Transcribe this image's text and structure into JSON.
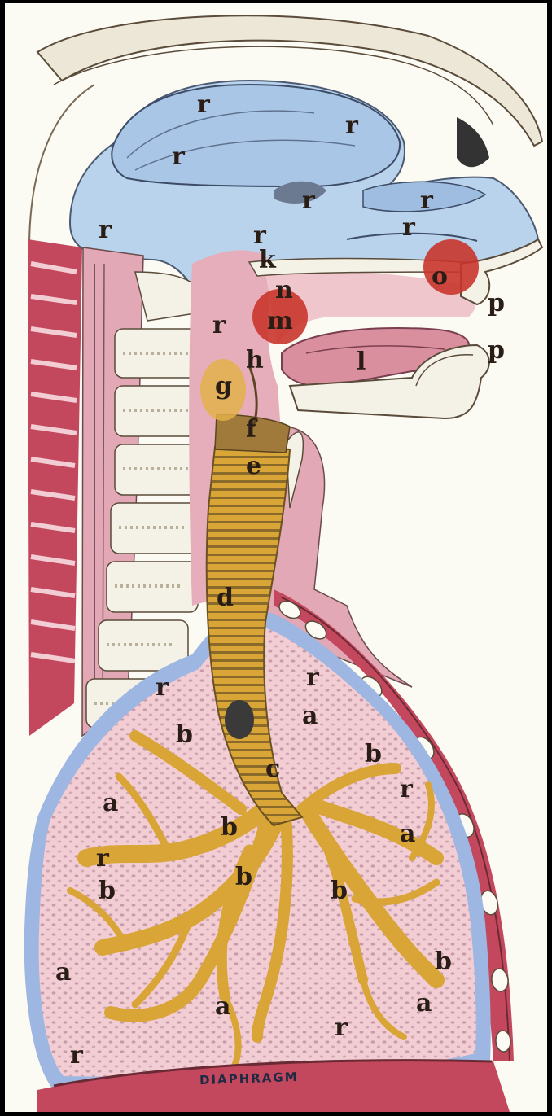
{
  "labels": {
    "a": "a",
    "b": "b",
    "c": "c",
    "d": "d",
    "e": "e",
    "f": "f",
    "g": "g",
    "h": "h",
    "k": "k",
    "l": "l",
    "m": "m",
    "n": "n",
    "o": "o",
    "p": "p",
    "r": "r"
  },
  "caption": "DIAPHRAGM",
  "colors": {
    "background": "#000000",
    "paper": "#fbfaf3",
    "head_blue": "#b9d3ec",
    "lung_pink": "#f2cdd4",
    "lung_border_blue": "#9db6e2",
    "tissue_pink": "#e3a8b6",
    "muscle_red": "#c3485e",
    "trachea_gold": "#d8a536",
    "marker_red": "#c9352c",
    "marker_orange": "#e2b04a",
    "bone_white": "#f4f1e6",
    "ink": "#2a1d16"
  }
}
